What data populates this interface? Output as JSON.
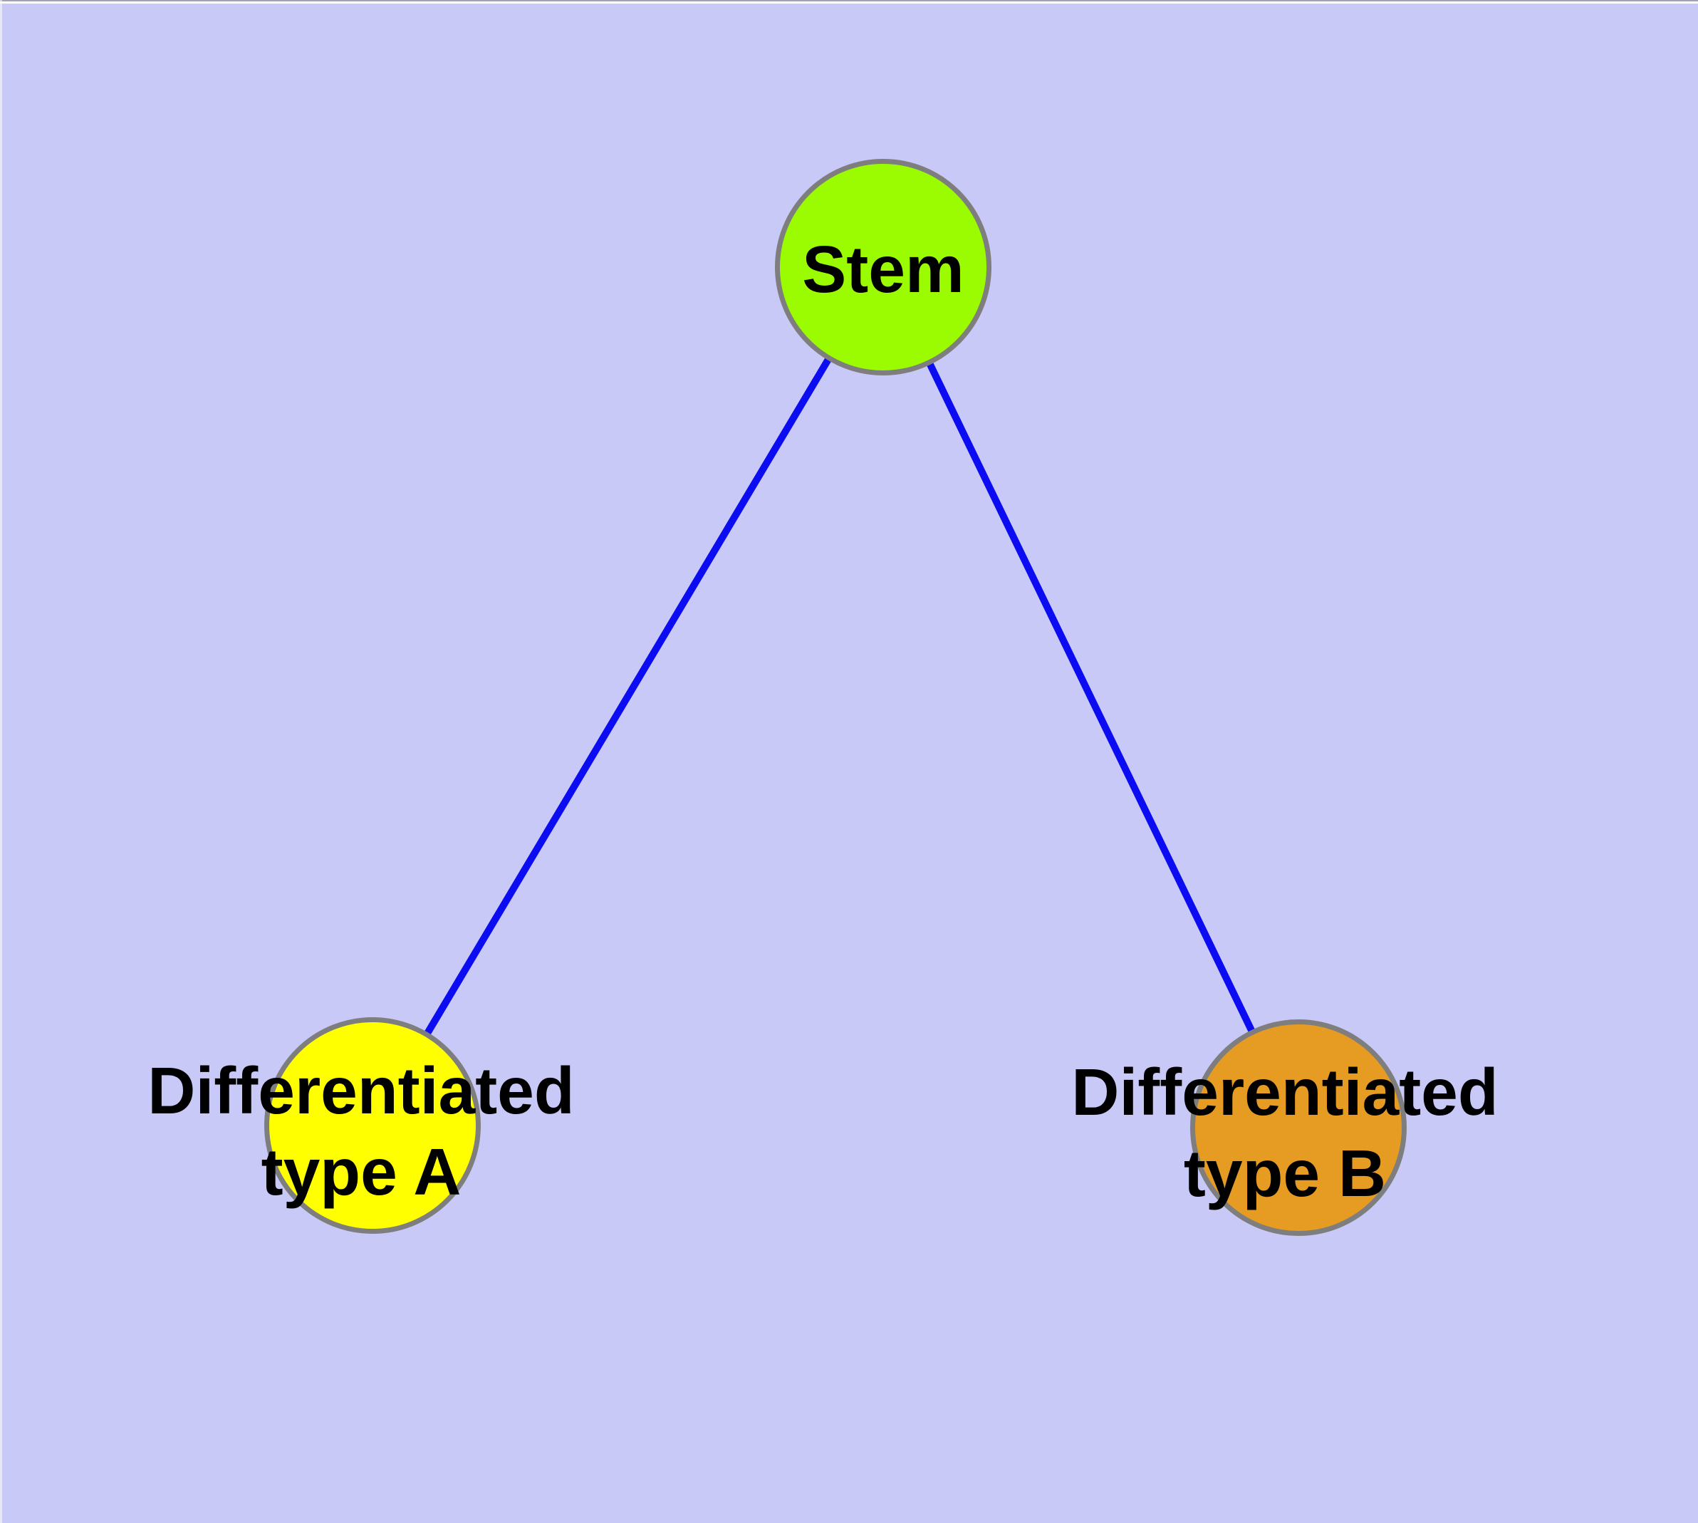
{
  "diagram": {
    "background_color": "#c9c9f7",
    "edge_color": "#0c0cf2",
    "node_border_color": "#7e7e7e",
    "text_color": "#000000",
    "nodes": [
      {
        "id": "stem",
        "label": "Stem",
        "lines": [
          "Stem"
        ],
        "fill": "#9bfb00"
      },
      {
        "id": "differentiated-type-a",
        "label": "Differentiated type A",
        "lines": [
          "Differentiated",
          "type A"
        ],
        "fill": "#ffff00"
      },
      {
        "id": "differentiated-type-b",
        "label": "Differentiated type B",
        "lines": [
          "Differentiated",
          "type B"
        ],
        "fill": "#e69b23"
      }
    ],
    "edges": [
      {
        "from": "stem",
        "to": "differentiated-type-a"
      },
      {
        "from": "stem",
        "to": "differentiated-type-b"
      }
    ]
  }
}
